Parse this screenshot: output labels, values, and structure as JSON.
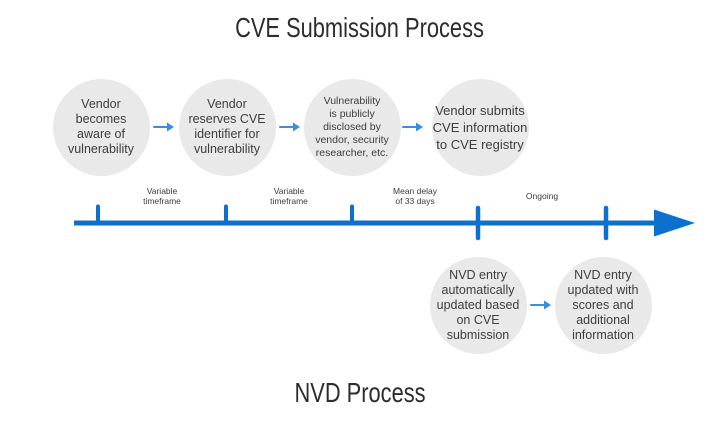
{
  "diagram": {
    "top_title": "CVE Submission Process",
    "bottom_title": "NVD Process",
    "cve_steps": [
      {
        "label": "Vendor\nbecomes\naware of\nvulnerability"
      },
      {
        "label": "Vendor\nreserves CVE\nidentifier for\nvulnerability"
      },
      {
        "label": "Vulnerability\nis publicly\ndisclosed by\nvendor, security\nresearcher, etc."
      },
      {
        "label": "Vendor submits\nCVE information\nto CVE registry"
      }
    ],
    "nvd_steps": [
      {
        "label": "NVD entry\nautomatically\nupdated based\non CVE\nsubmission"
      },
      {
        "label": "NVD entry\nupdated with\nscores and\nadditional\ninformation"
      }
    ],
    "timeline_labels": [
      {
        "text": "Variable\ntimeframe"
      },
      {
        "text": "Variable\ntimeframe"
      },
      {
        "text": "Mean delay\nof 33 days"
      },
      {
        "text": "Ongoing"
      }
    ],
    "colors": {
      "timeline_blue": "#0d70cd",
      "flow_arrow_blue": "#3b8de2",
      "circle_fill": "#e9e9e9",
      "circle_text": "#3d3d3d",
      "title_text": "#2d2d2d",
      "label_text": "#3a3a3a"
    }
  }
}
